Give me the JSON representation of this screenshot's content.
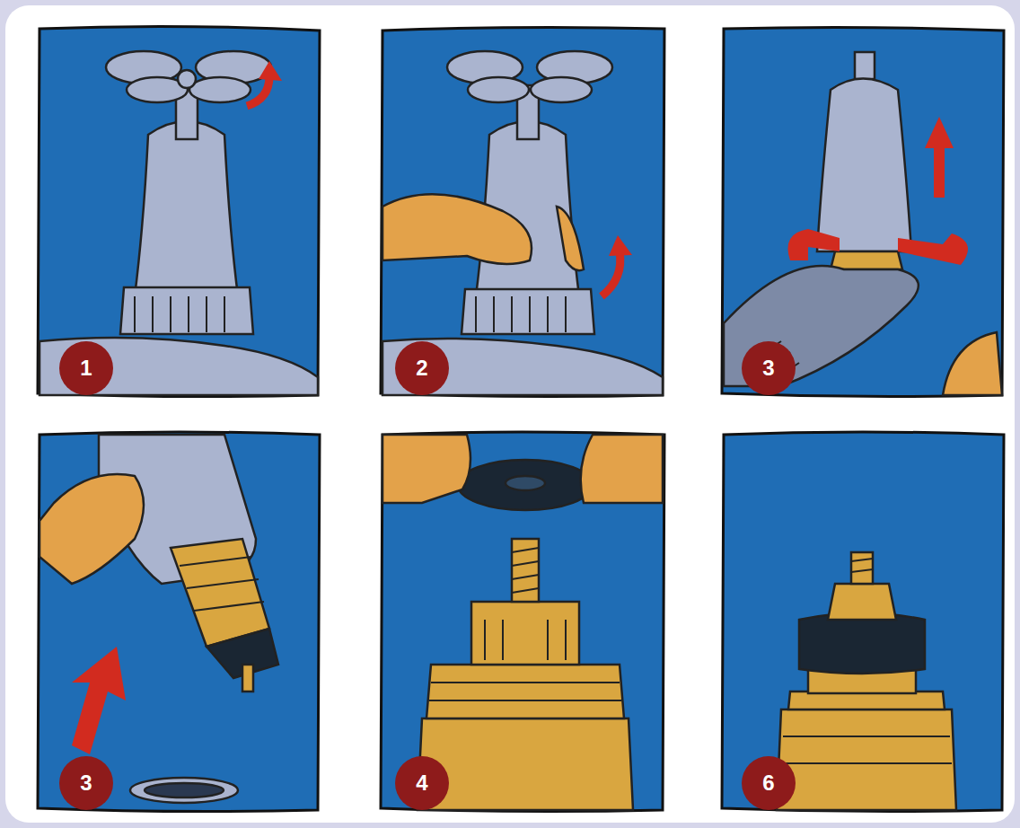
{
  "diagram": {
    "nodes": [
      {
        "text": [
          "1"
        ]
      },
      {
        "text": [
          "2"
        ]
      },
      {
        "text": [
          "3"
        ]
      },
      {
        "text": [
          "3"
        ]
      },
      {
        "text": [
          "4"
        ]
      },
      {
        "text": [
          "6"
        ]
      }
    ]
  }
}
